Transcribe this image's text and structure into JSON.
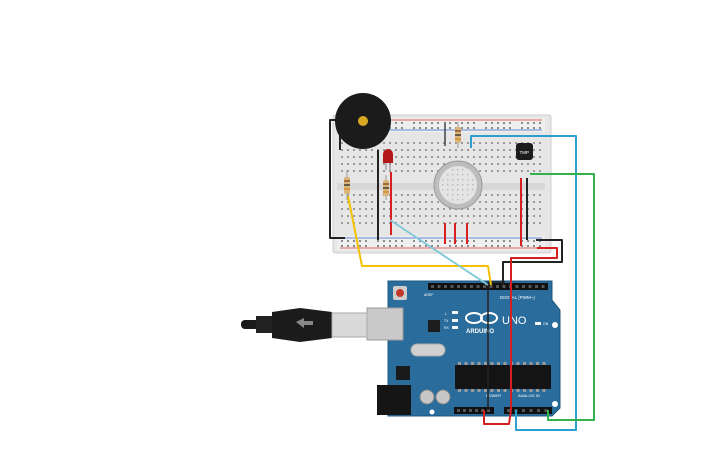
{
  "board": {
    "brand": "ARDUINO",
    "model": "UNO",
    "digital_label": "DIGITAL (PWM~)",
    "analog_label": "ANALOG IN",
    "power_label": "POWER",
    "tx_label": "TX",
    "rx_label": "RX",
    "l_label": "L",
    "on_label": "ON",
    "aref_label": "AREF"
  },
  "sensor": {
    "tmp_label": "TMP"
  },
  "colors": {
    "board": "#2a6c9c",
    "breadboard": "#e8e8e8",
    "wire_yellow": "#f2c200",
    "wire_blue": "#2b9fd0",
    "wire_lightblue": "#7cc8d8",
    "wire_green": "#2fb34a",
    "wire_red": "#d62020",
    "wire_black": "#222222",
    "led": "#b3181a",
    "buzzer": "#1b1b1b"
  }
}
